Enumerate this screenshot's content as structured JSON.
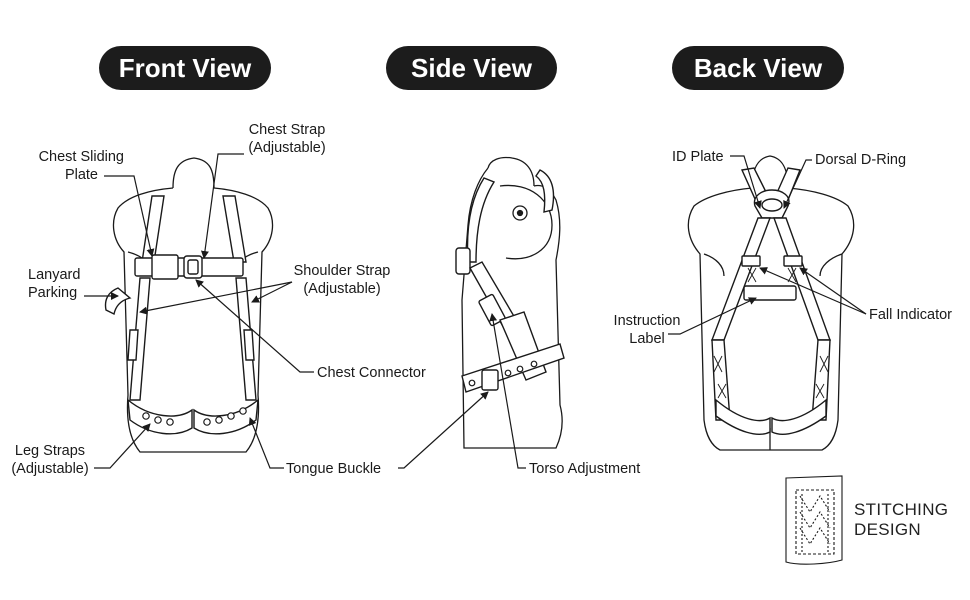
{
  "views": {
    "front": "Front View",
    "side": "Side View",
    "back": "Back View"
  },
  "front_labels": {
    "chest_sliding_plate_1": "Chest Sliding",
    "chest_sliding_plate_2": "Plate",
    "chest_strap_1": "Chest Strap",
    "chest_strap_2": "(Adjustable)",
    "lanyard_parking_1": "Lanyard",
    "lanyard_parking_2": "Parking",
    "shoulder_strap_1": "Shoulder Strap",
    "shoulder_strap_2": "(Adjustable)",
    "chest_connector": "Chest Connector",
    "leg_straps_1": "Leg Straps",
    "leg_straps_2": "(Adjustable)",
    "tongue_buckle": "Tongue Buckle"
  },
  "side_labels": {
    "torso_adjustment": "Torso Adjustment"
  },
  "back_labels": {
    "id_plate": "ID Plate",
    "dorsal_d_ring": "Dorsal D-Ring",
    "instruction_label_1": "Instruction",
    "instruction_label_2": "Label",
    "fall_indicator": "Fall Indicator"
  },
  "stitching": {
    "line1": "STITCHING",
    "line2": "DESIGN"
  },
  "colors": {
    "pill_bg": "#1c1c1c",
    "pill_text": "#ffffff",
    "line": "#1a1a1a"
  }
}
